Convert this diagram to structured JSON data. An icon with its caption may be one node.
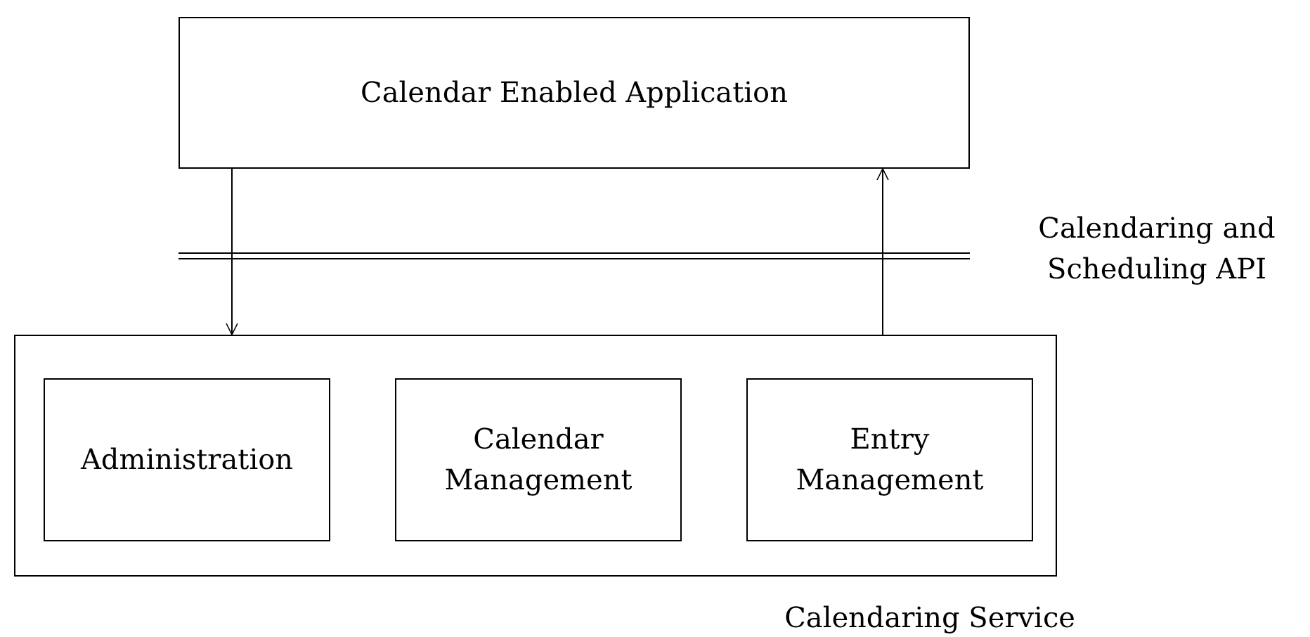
{
  "diagram": {
    "nodes": [
      {
        "text": [
          "Calendar Enabled Application"
        ]
      },
      {
        "text": [
          "Calendaring Service"
        ]
      },
      {
        "text": [
          "Administration"
        ],
        "in": 1
      },
      {
        "text": [
          "Calendar Management"
        ],
        "in": 1
      },
      {
        "text": [
          "Entry Management"
        ],
        "in": 1
      }
    ],
    "edges": [
      {
        "from": 0,
        "to": 1,
        "arrow": "to"
      },
      {
        "from": 1,
        "to": 0,
        "arrow": "to"
      }
    ],
    "labels": [
      "Calendaring and Scheduling API"
    ]
  }
}
